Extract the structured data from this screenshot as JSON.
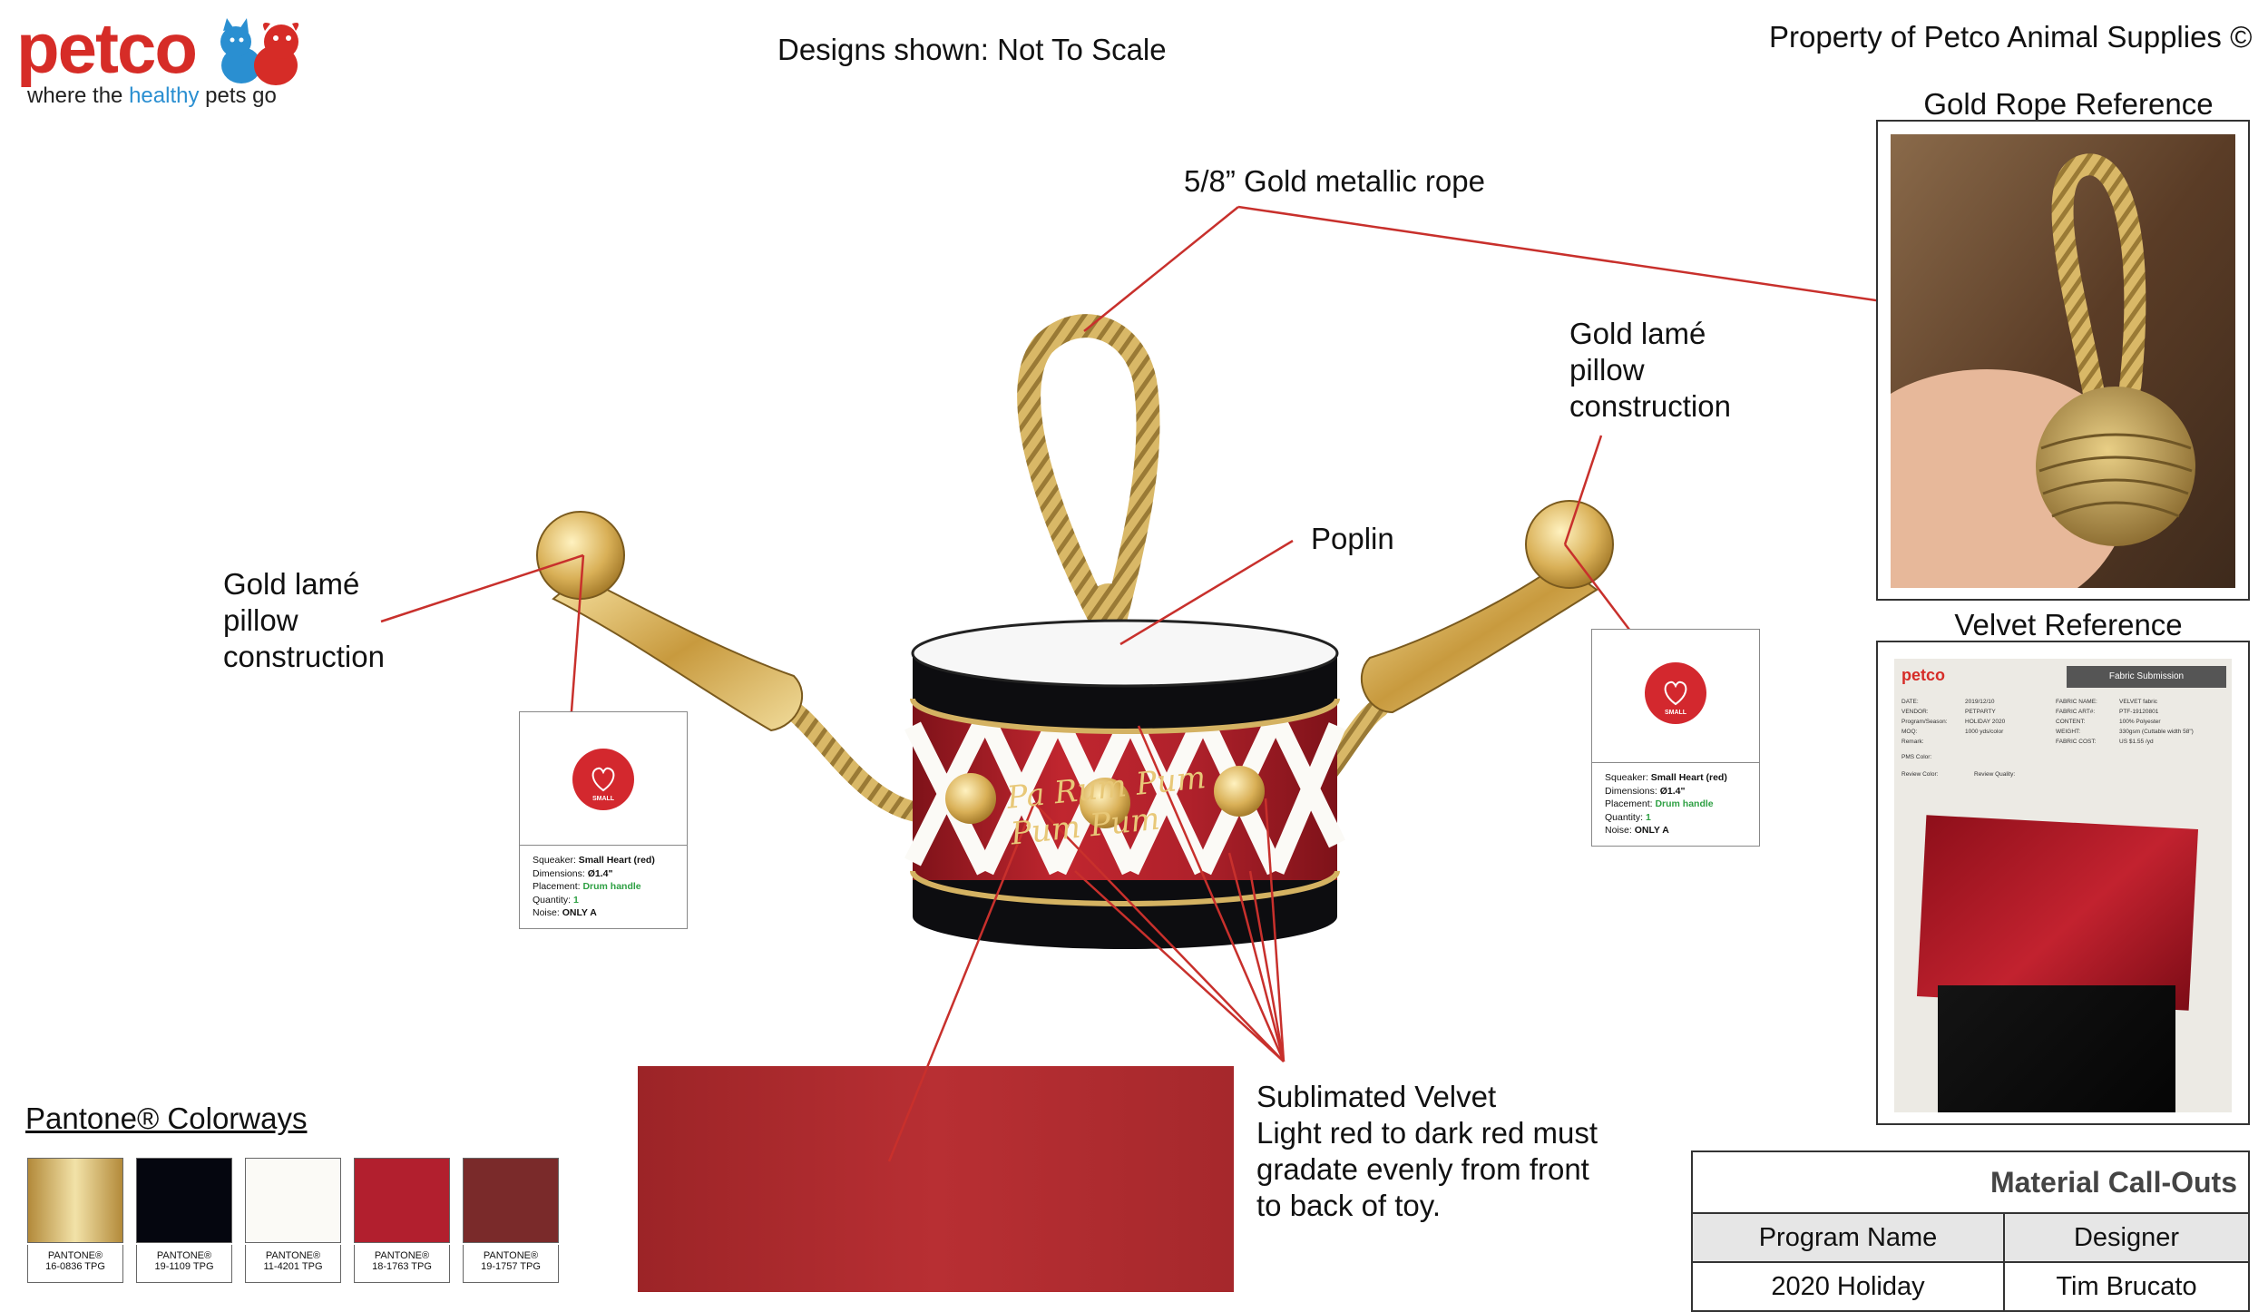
{
  "logo": {
    "word": "petco",
    "tag_prefix": "where the ",
    "tag_highlight": "healthy",
    "tag_suffix": " pets go"
  },
  "header_note": "Designs shown: Not To Scale",
  "property": "Property of Petco Animal Supplies ©",
  "callouts": {
    "rope": "5/8” Gold metallic rope",
    "lame_right": [
      "Gold lamé",
      "pillow",
      "construction"
    ],
    "lame_left": [
      "Gold lamé",
      "pillow",
      "construction"
    ],
    "poplin": "Poplin",
    "velvet": [
      "Sublimated Velvet",
      "Light red to dark red must",
      "gradate evenly from front",
      "to back of toy."
    ]
  },
  "drum_script": "Pa Rum Pum Pum Pum",
  "references": {
    "rope_title": "Gold Rope Reference",
    "velvet_title": "Velvet Reference",
    "fabric_sheet": {
      "brand": "petco",
      "header": "Fabric Submission",
      "rows": [
        [
          "DATE:",
          "2019/12/10",
          "FABRIC NAME:",
          "VELVET fabric"
        ],
        [
          "VENDOR:",
          "PETPARTY",
          "FABRIC ART#:",
          "PTF-19120801"
        ],
        [
          "Program/Season:",
          "HOLIDAY 2020",
          "CONTENT:",
          "100% Polyester"
        ],
        [
          "MOQ:",
          "1000 yds/color",
          "WEIGHT:",
          "330gsm (Cuttable width 58\")"
        ],
        [
          "Remark:",
          "",
          "FABRIC COST:",
          "US $1.55 /yd"
        ]
      ],
      "pms_label": "PMS Color:",
      "review_color": "Review Color:",
      "review_quality": "Review Quality:"
    }
  },
  "squeaker_cards": [
    {
      "badge": "SMALL",
      "squeaker_label": "Squeaker: ",
      "squeaker_value": "Small Heart (red)",
      "dimensions_label": "Dimensions: ",
      "dimensions_value": "Ø1.4\"",
      "placement_label": "Placement: ",
      "placement_value": "Drum handle",
      "quantity_label": "Quantity: ",
      "quantity_value": "1",
      "noise_label": "Noise: ",
      "noise_value": "ONLY A"
    },
    {
      "badge": "SMALL",
      "squeaker_label": "Squeaker: ",
      "squeaker_value": "Small Heart (red)",
      "dimensions_label": "Dimensions: ",
      "dimensions_value": "Ø1.4\"",
      "placement_label": "Placement: ",
      "placement_value": "Drum handle",
      "quantity_label": "Quantity: ",
      "quantity_value": "1",
      "noise_label": "Noise: ",
      "noise_value": "ONLY A"
    }
  ],
  "pantone": {
    "title": "Pantone® Colorways",
    "swatches": [
      {
        "line1": "PANTONE®",
        "code": "16-0836 TPG",
        "color": "#c9a24a"
      },
      {
        "line1": "PANTONE®",
        "code": "19-1109 TPG",
        "color": "#05060f"
      },
      {
        "line1": "PANTONE®",
        "code": "11-4201 TPG",
        "color": "#fbfaf6"
      },
      {
        "line1": "PANTONE®",
        "code": "18-1763 TPG",
        "color": "#b21f2e"
      },
      {
        "line1": "PANTONE®",
        "code": "19-1757 TPG",
        "color": "#7a2a2a"
      }
    ]
  },
  "material_callouts": {
    "title": "Material Call-Outs",
    "col1_header": "Program Name",
    "col2_header": "Designer",
    "col1_value": "2020 Holiday",
    "col2_value": "Tim Brucato"
  },
  "colors": {
    "brand_red": "#d62c27",
    "drum_red": "#a51d26",
    "gold": "#d4b262",
    "callout_line": "#c8302c"
  }
}
